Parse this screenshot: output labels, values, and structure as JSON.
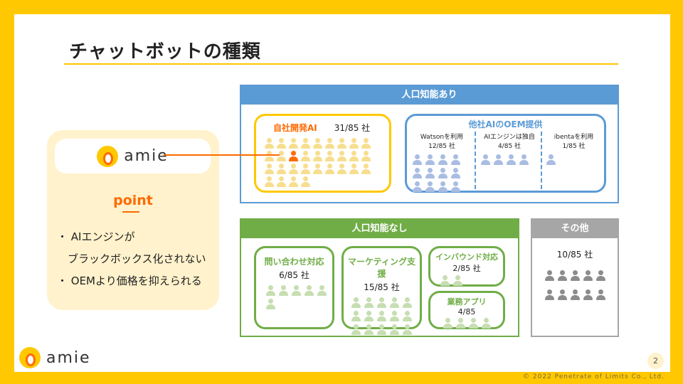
{
  "title": "チャットボットの種類",
  "ai_yes": {
    "header": "人口知能あり",
    "self": {
      "title": "自社開発AI",
      "count": "31/85 社",
      "n": 31,
      "highlight_index": 11
    },
    "oem": {
      "title": "他社AIのOEM提供",
      "cols": [
        {
          "label": "Watsonを利用",
          "count": "12/85 社",
          "n": 12
        },
        {
          "label": "AIエンジンは独自",
          "count": "4/85 社",
          "n": 4
        },
        {
          "label": "ibentaを利用",
          "count": "1/85 社",
          "n": 1
        }
      ]
    }
  },
  "ai_no": {
    "header": "人口知能なし",
    "boxes": [
      {
        "title": "問い合わせ対応",
        "count": "6/85 社",
        "n": 6
      },
      {
        "title": "マーケティング支援",
        "count": "15/85 社",
        "n": 15
      },
      {
        "title": "インバウンド対応",
        "count": "2/85 社",
        "n": 2
      },
      {
        "title": "業務アプリ",
        "count": "4/85",
        "n": 4
      }
    ]
  },
  "other": {
    "header": "その他",
    "count": "10/85 社",
    "n": 10
  },
  "point": {
    "logo": "amie",
    "heading": "point",
    "bullets": [
      "・ AIエンジンが",
      "　ブラックボックス化されない",
      "・ OEMより価格を抑えられる"
    ]
  },
  "footer": {
    "logo": "amie",
    "page": "2",
    "copyright": "© 2022 Penetrate of Limits Co., Ltd."
  },
  "colors": {
    "yellow": "#FFC800",
    "orange": "#FF6A00",
    "blue": "#5B9BD5",
    "green": "#70AD47",
    "gray": "#A6A6A6"
  }
}
